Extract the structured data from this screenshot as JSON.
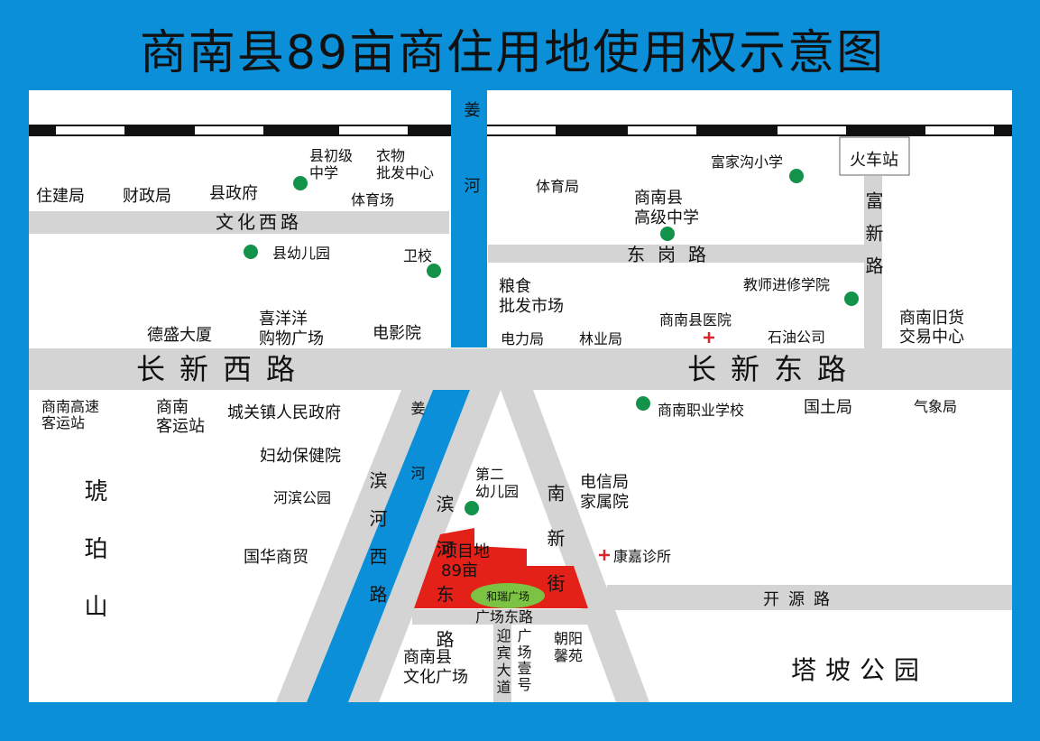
{
  "title": "商南县89亩商住用地使用权示意图",
  "colors": {
    "frame": "#0a8fd8",
    "river": "#0a8fd8",
    "road": "#d4d4d4",
    "project": "#e32119",
    "plaza": "#7cc243",
    "poi_dot": "#13934a",
    "red_text": "#d8262c"
  },
  "icons": {
    "school": "green-dot",
    "hospital": "red-cross",
    "rail": "railway-track"
  },
  "roads": {
    "wenhua_west": "文化西路",
    "donggang": "东岗路",
    "fuxin": "富新路",
    "changxin_west": "长新西路",
    "changxin_east": "长新东路",
    "binhe_west": "滨河西路",
    "binhe_east": "滨河东路",
    "nanxin": "南新街",
    "kaiyuan": "开源路",
    "guangchang_east": "广场东路",
    "yingbin": "迎宾大道",
    "river": "姜河"
  },
  "places": {
    "zhujianju": "住建局",
    "caizhengju": "财政局",
    "xianzhengfu": "县政府",
    "xianchuji": "县初级中学",
    "yiwu": "衣物批发中心",
    "tiyuchang": "体育场",
    "youeryuan": "县幼儿园",
    "weixiao": "卫校",
    "desheng": "德盛大厦",
    "xiyangyang": "喜洋洋购物广场",
    "dianyingyuan": "电影院",
    "tiyuju": "体育局",
    "fujiagou": "富家沟小学",
    "huochezhan": "火车站",
    "gaojizhongxue": "商南县高级中学",
    "liangshi": "粮食批发市场",
    "jiaoshi": "教师进修学院",
    "yiyuan": "商南县医院",
    "dianliju": "电力局",
    "linyeju": "林业局",
    "shiyou": "石油公司",
    "jiuhuo": "商南旧货交易中心",
    "gaosu": "商南高速客运站",
    "keyun": "商南客运站",
    "chengguan": "城关镇人民政府",
    "fuyou": "妇幼保健院",
    "hebin": "河滨公园",
    "guohua": "国华商贸",
    "hupo": "琥珀山",
    "dier": "第二幼儿园",
    "dianxin": "电信局家属院",
    "kangjia": "康嘉诊所",
    "zhiye": "商南职业学校",
    "guotu": "国土局",
    "qixiang": "气象局",
    "xiangmu": "项目地89亩",
    "herui": "和瑞广场",
    "wenhuaguangchang": "商南县文化广场",
    "guangchangyi": "广场壹号",
    "chaoyang": "朝阳馨苑",
    "tapo": "塔坡公园"
  }
}
